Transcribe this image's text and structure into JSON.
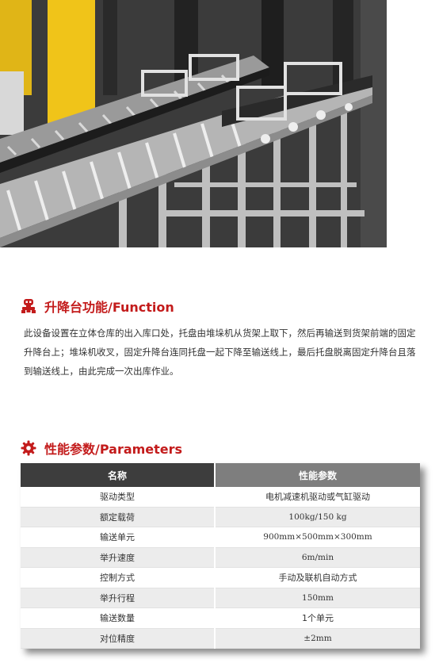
{
  "colors": {
    "accent": "#c31b1b",
    "header_dark": "#3d3d3d",
    "header_light": "#7e7e7e",
    "row_alt": "#ececec"
  },
  "function_section": {
    "icon": "robot-arm-icon",
    "title": "升降台功能/Function",
    "description": "此设备设置在立体仓库的出入库口处，托盘由堆垛机从货架上取下，然后再输送到货架前端的固定升降台上；堆垛机收叉，固定升降台连同托盘一起下降至输送线上，最后托盘脱离固定升降台且落到输送线上，由此完成一次出库作业。"
  },
  "parameters_section": {
    "icon": "gear-icon",
    "title": "性能参数/Parameters",
    "table": {
      "headers": [
        "名称",
        "性能参数"
      ],
      "rows": [
        {
          "name": "驱动类型",
          "value": "电机减速机驱动或气缸驱动"
        },
        {
          "name": "额定载荷",
          "value": "100kg/150 kg"
        },
        {
          "name": "输送单元",
          "value": "900mm×500mm×300mm"
        },
        {
          "name": "举升速度",
          "value": "6m/min"
        },
        {
          "name": "控制方式",
          "value": "手动及联机自动方式"
        },
        {
          "name": "举升行程",
          "value": "150mm"
        },
        {
          "name": "输送数量",
          "value": "1个单元"
        },
        {
          "name": "对位精度",
          "value": "±2mm"
        }
      ]
    }
  }
}
